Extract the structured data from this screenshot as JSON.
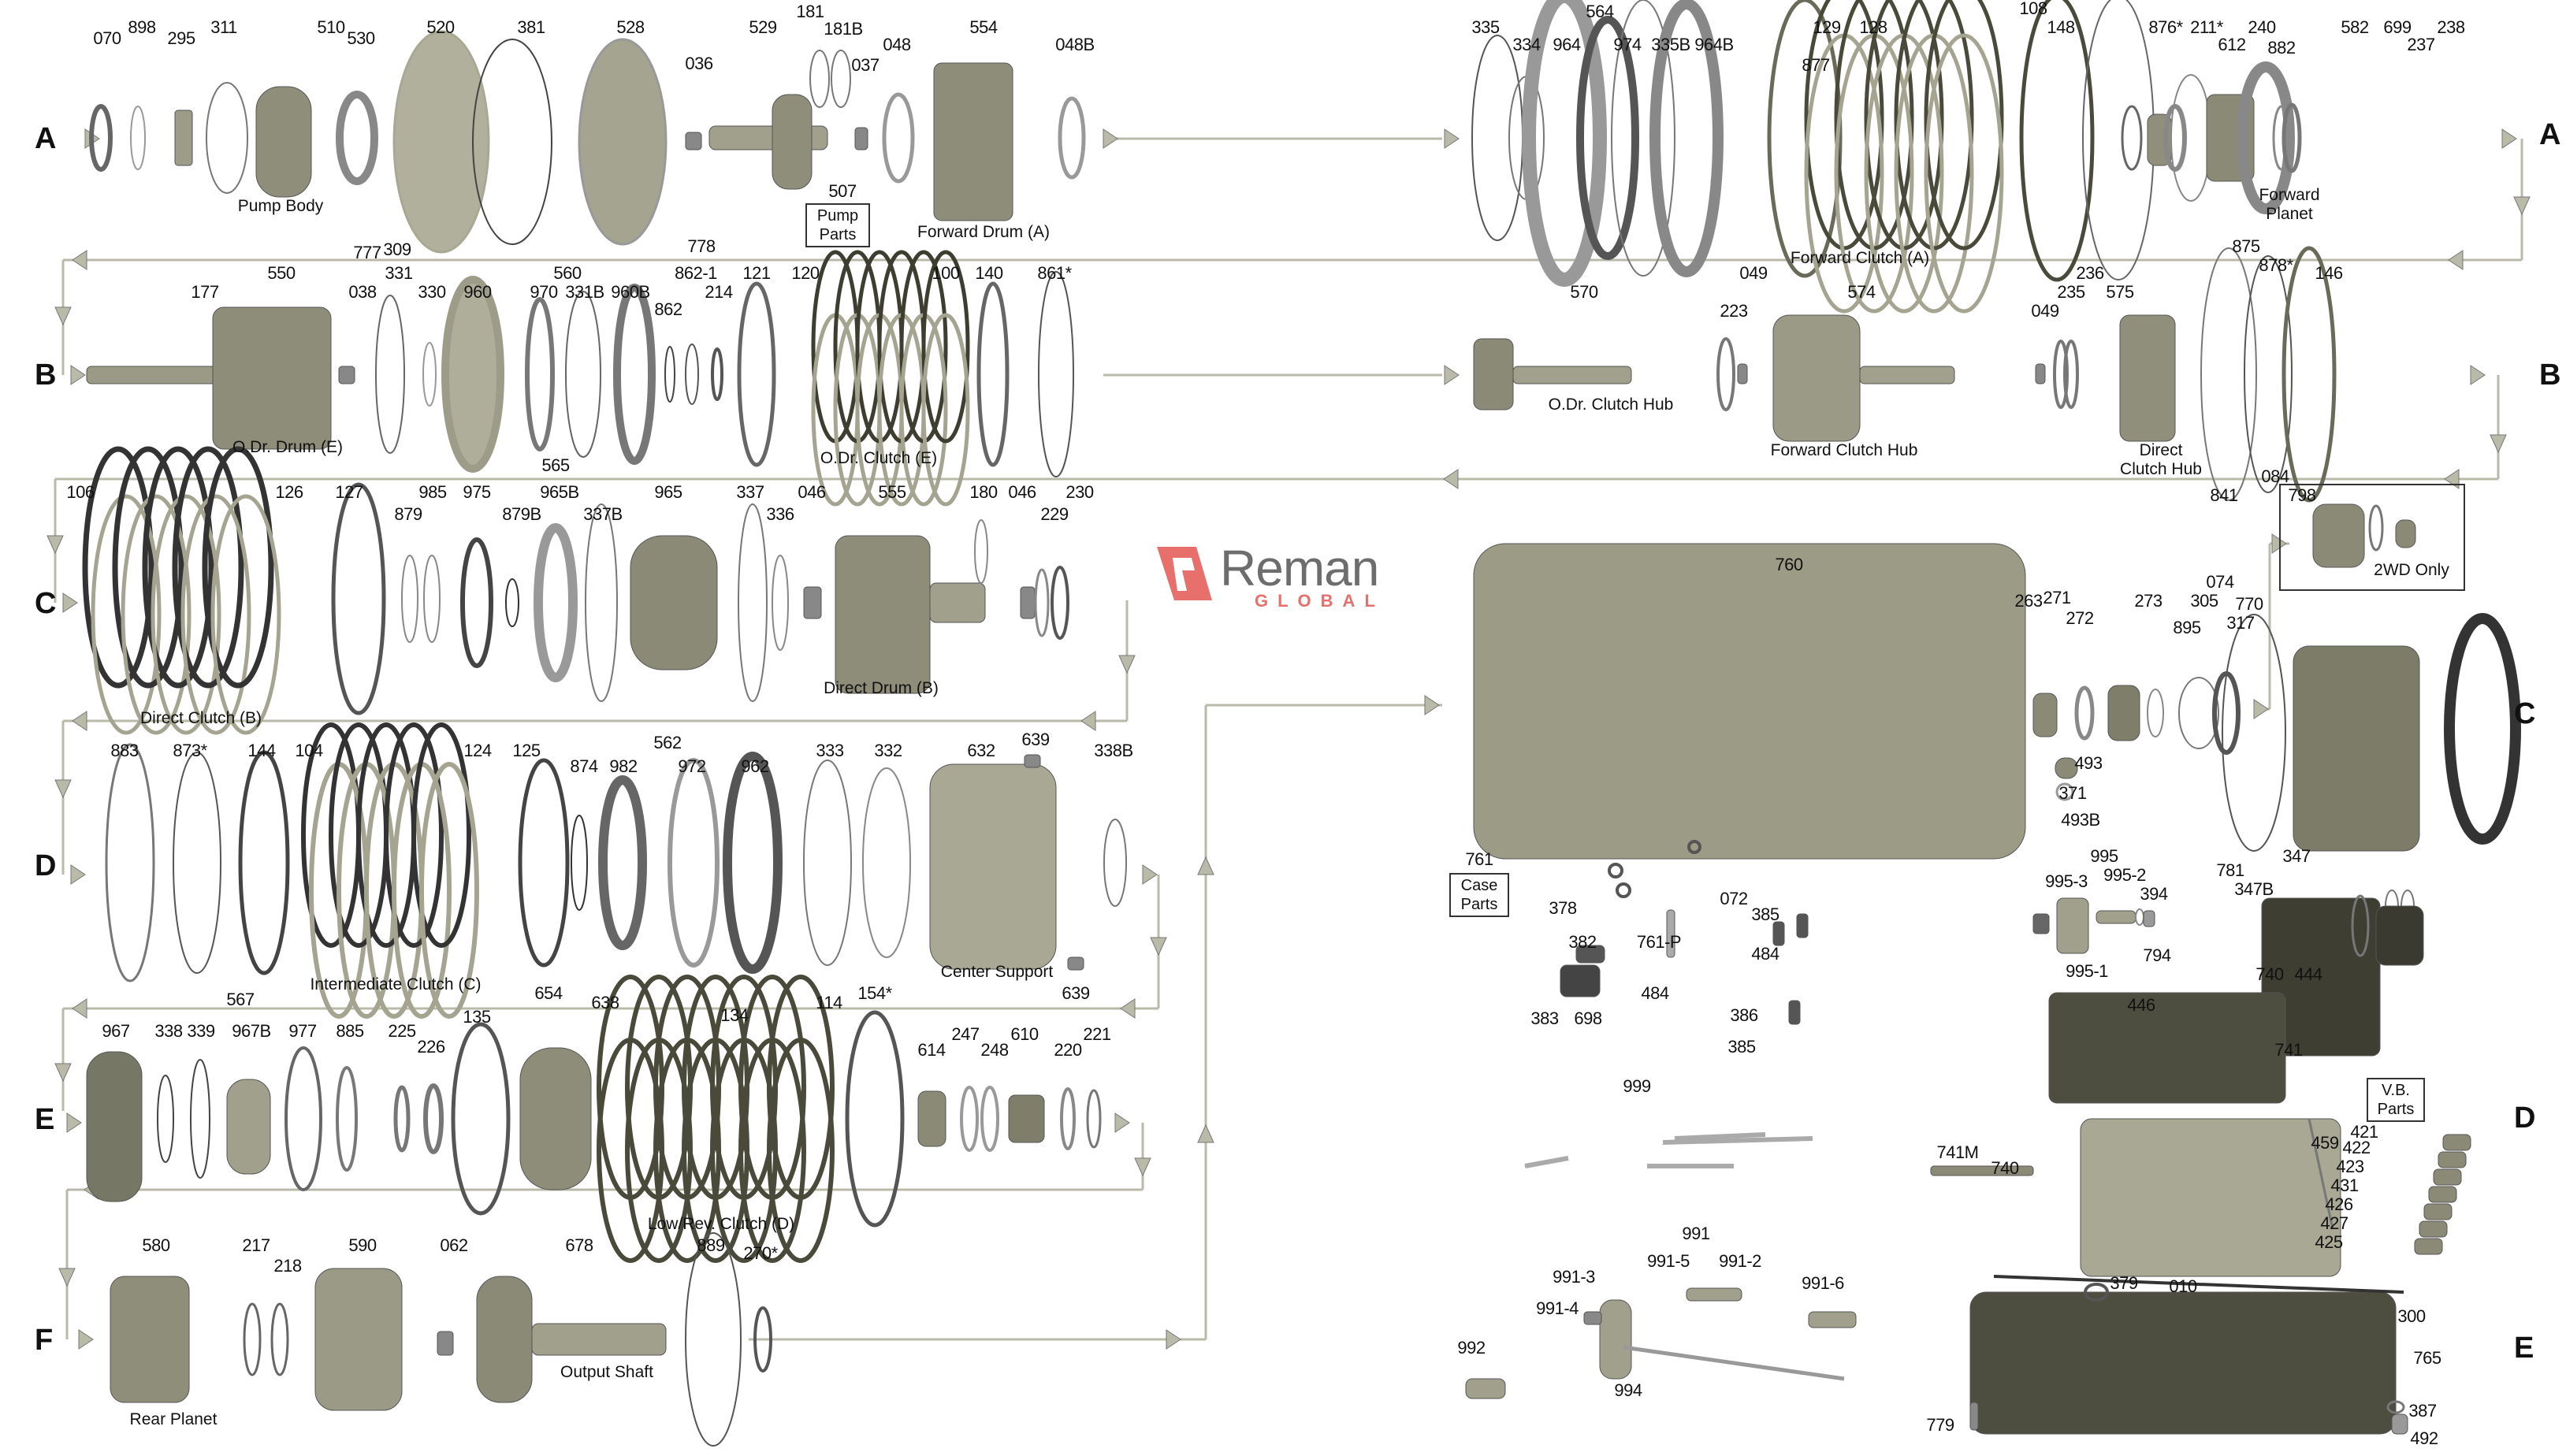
{
  "logo": {
    "brand": "Reman",
    "tagline": "GLOBAL",
    "accent": "#e8706c"
  },
  "row_letters": {
    "left": [
      "A",
      "B",
      "C",
      "D",
      "E",
      "F"
    ],
    "right": [
      "A",
      "B",
      "C",
      "D",
      "E"
    ]
  },
  "captions": {
    "pump_body": "Pump Body",
    "pump_parts": "Pump Parts",
    "forward_drum": "Forward Drum (A)",
    "forward_clutch": "Forward Clutch (A)",
    "forward_planet": "Forward Planet",
    "odr_drum": "O.Dr. Drum (E)",
    "odr_clutch": "O.Dr. Clutch (E)",
    "odr_clutch_hub": "O.Dr. Clutch Hub",
    "forward_clutch_hub": "Forward Clutch Hub",
    "direct_clutch_hub": "Direct Clutch Hub",
    "direct_clutch": "Direct Clutch (B)",
    "direct_drum": "Direct Drum (B)",
    "intermediate_clutch": "Intermediate Clutch (C)",
    "center_support": "Center Support",
    "low_rev_clutch": "Low/Rev. Clutch (D)",
    "rear_planet": "Rear Planet",
    "output_shaft": "Output Shaft",
    "case_parts": "Case Parts",
    "vb_parts": "V.B. Parts",
    "two_wd_only": "2WD Only"
  },
  "parts": {
    "row_a": [
      "070",
      "898",
      "295",
      "311",
      "510",
      "530",
      "520",
      "381",
      "528",
      "036",
      "529",
      "181",
      "181B",
      "037",
      "048",
      "554",
      "048B",
      "777",
      "309",
      "778",
      "507",
      "335",
      "334",
      "564",
      "964",
      "974",
      "335B",
      "964B",
      "877",
      "129",
      "128",
      "108",
      "148",
      "876*",
      "211*",
      "612",
      "240",
      "882",
      "582",
      "699",
      "237",
      "238"
    ],
    "row_b": [
      "177",
      "550",
      "038",
      "331",
      "330",
      "560",
      "960",
      "970",
      "331B",
      "960B",
      "862",
      "862-1",
      "214",
      "121",
      "120",
      "100",
      "140",
      "861*",
      "570",
      "223",
      "049",
      "574",
      "049",
      "235",
      "236",
      "575",
      "875",
      "878*",
      "146"
    ],
    "row_c": [
      "565",
      "106",
      "126",
      "127",
      "879",
      "985",
      "975",
      "879B",
      "965B",
      "337B",
      "965",
      "337",
      "336",
      "046",
      "555",
      "180",
      "046",
      "229",
      "230"
    ],
    "row_d": [
      "883",
      "873*",
      "144",
      "104",
      "124",
      "125",
      "562",
      "874",
      "982",
      "972",
      "962",
      "333",
      "332",
      "632",
      "639",
      "338B",
      "639"
    ],
    "row_e": [
      "567",
      "967",
      "338",
      "339",
      "967B",
      "977",
      "885",
      "225",
      "226",
      "135",
      "654",
      "638",
      "134",
      "114",
      "154*",
      "614",
      "247",
      "248",
      "610",
      "220",
      "221"
    ],
    "row_f": [
      "580",
      "217",
      "218",
      "590",
      "062",
      "678",
      "889",
      "270*"
    ],
    "case": [
      "760",
      "761",
      "378",
      "072",
      "382",
      "383",
      "698",
      "761-P",
      "385",
      "484",
      "484",
      "386",
      "385",
      "263",
      "271",
      "272",
      "273",
      "895",
      "074",
      "493",
      "371",
      "493B",
      "841",
      "084",
      "798",
      "305",
      "770",
      "317"
    ],
    "valve_body": [
      "995",
      "995-3",
      "995-2",
      "394",
      "794",
      "995-1",
      "781",
      "347",
      "347B",
      "740",
      "444",
      "446",
      "741",
      "741M",
      "740",
      "459",
      "421",
      "422",
      "423",
      "431",
      "426",
      "427",
      "425"
    ],
    "linkage": [
      "999",
      "991",
      "991-3",
      "991-5",
      "991-2",
      "991-6",
      "991-4",
      "992",
      "994"
    ],
    "pan": [
      "379",
      "010",
      "300",
      "765",
      "779",
      "387",
      "492"
    ]
  }
}
